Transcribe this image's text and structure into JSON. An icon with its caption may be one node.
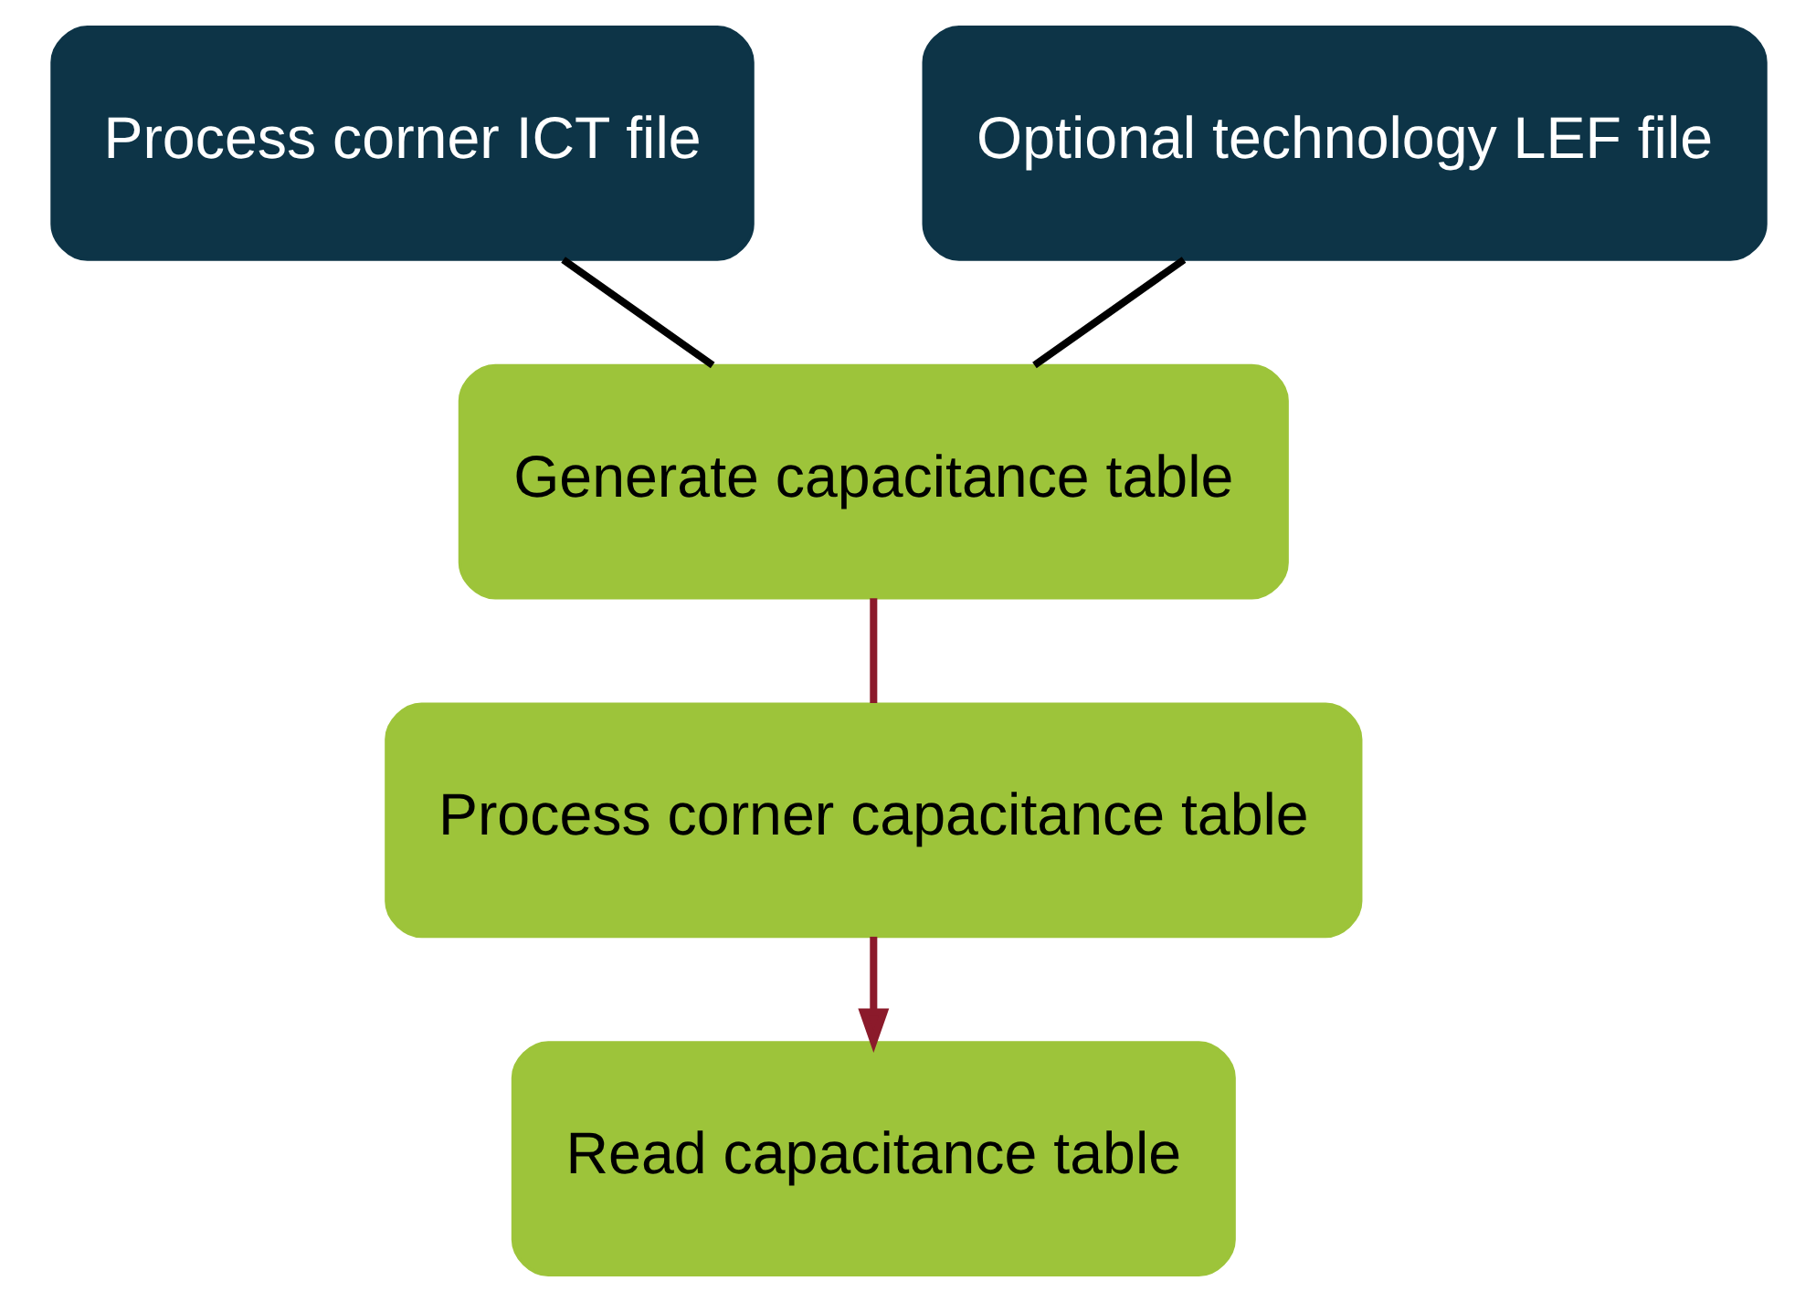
{
  "diagram": {
    "nodes": [
      {
        "text": [
          "Process corner ICT file"
        ]
      },
      {
        "text": [
          "Optional technology LEF file"
        ]
      },
      {
        "text": [
          "Generate capacitance table"
        ]
      },
      {
        "text": [
          "Process corner capacitance table"
        ]
      },
      {
        "text": [
          "Read capacitance table"
        ]
      }
    ],
    "edges": [
      {
        "from": 0,
        "to": 2,
        "arrow": "none",
        "color": "#000000"
      },
      {
        "from": 1,
        "to": 2,
        "arrow": "none",
        "color": "#000000"
      },
      {
        "from": 2,
        "to": 3,
        "arrow": "none",
        "color": "#8b1a2b"
      },
      {
        "from": 3,
        "to": 4,
        "arrow": "to",
        "color": "#8b1a2b"
      }
    ]
  }
}
